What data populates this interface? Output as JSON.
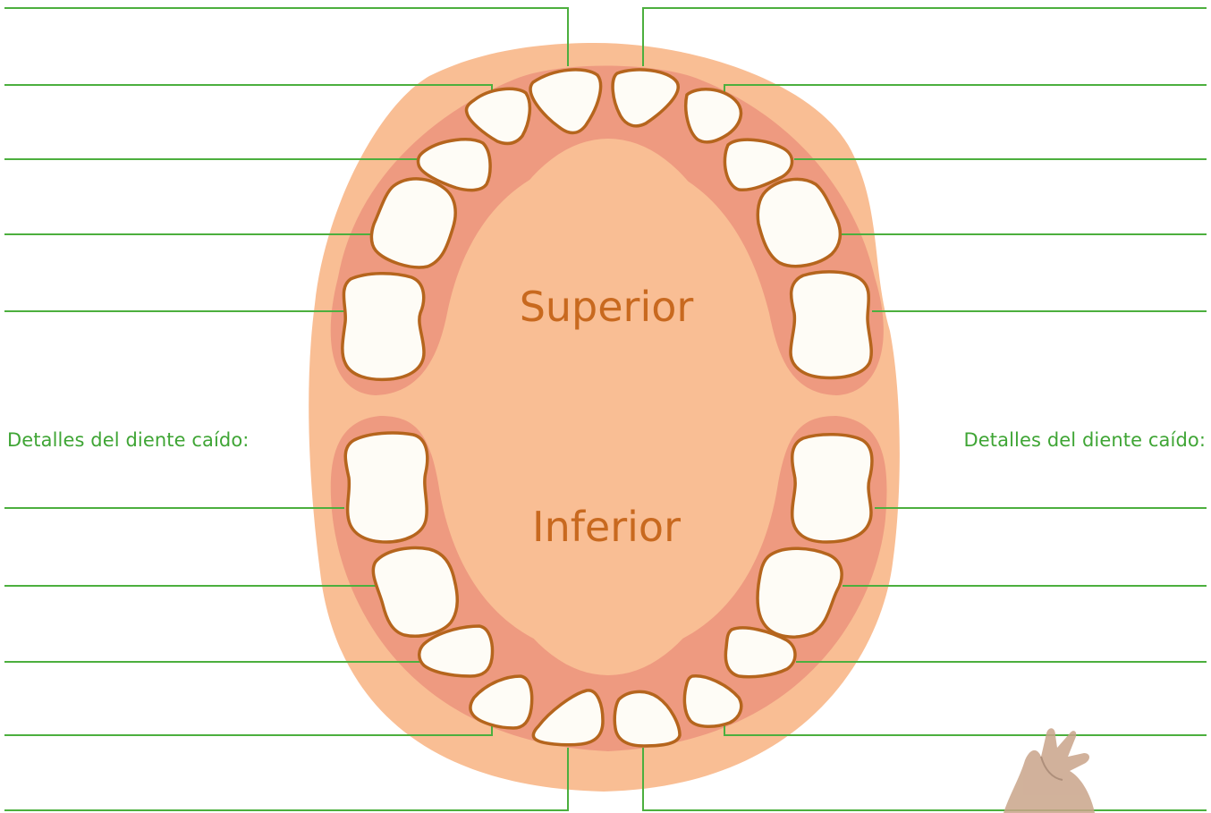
{
  "diagram": {
    "upper_label": "Superior",
    "lower_label": "Inferior",
    "left_details_label": "Detalles del diente caído:",
    "right_details_label": "Detalles del diente caído:"
  },
  "colors": {
    "line": "#4caf3e",
    "label_green": "#3fa535",
    "label_orange": "#c8691f",
    "outer_gum": "#f9be94",
    "inner_gum": "#ee9a80",
    "palate": "#f9be94",
    "tooth_fill": "#fefcf6",
    "tooth_outline": "#b5651d"
  },
  "icons": {
    "corner_image": "hand-icon"
  }
}
